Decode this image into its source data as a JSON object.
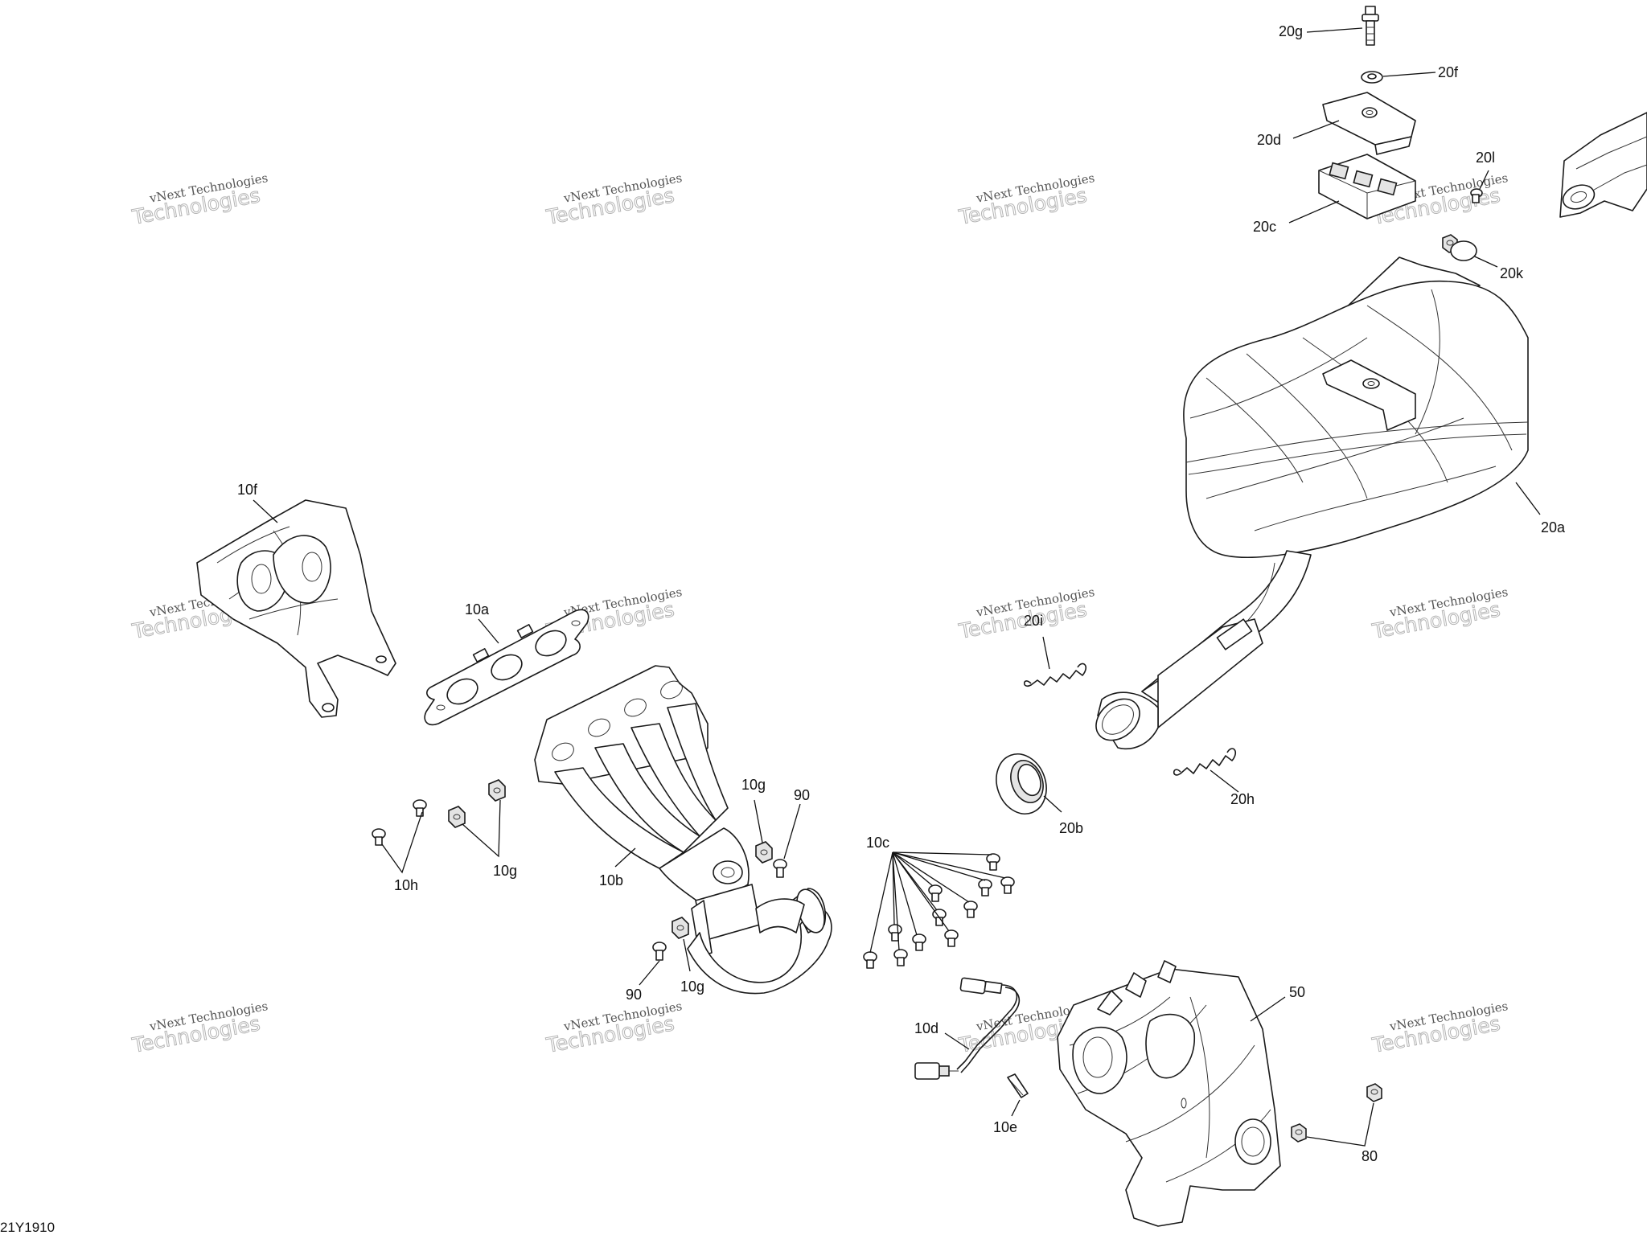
{
  "doc_code": "21Y1910",
  "watermark": {
    "line1": "vNext Technologies",
    "line2": "Technologies"
  },
  "callouts": {
    "20g": "20g",
    "20f": "20f",
    "20d": "20d",
    "20c": "20c",
    "20l": "20l",
    "20k": "20k",
    "20a": "20a",
    "20i": "20i",
    "20h": "20h",
    "20b": "20b",
    "10f": "10f",
    "10a": "10a",
    "10b": "10b",
    "10g_a": "10g",
    "10g_b": "10g",
    "10g_c": "10g",
    "10h": "10h",
    "90_a": "90",
    "90_b": "90",
    "10c": "10c",
    "10d": "10d",
    "10e": "10e",
    "50": "50",
    "80": "80"
  }
}
